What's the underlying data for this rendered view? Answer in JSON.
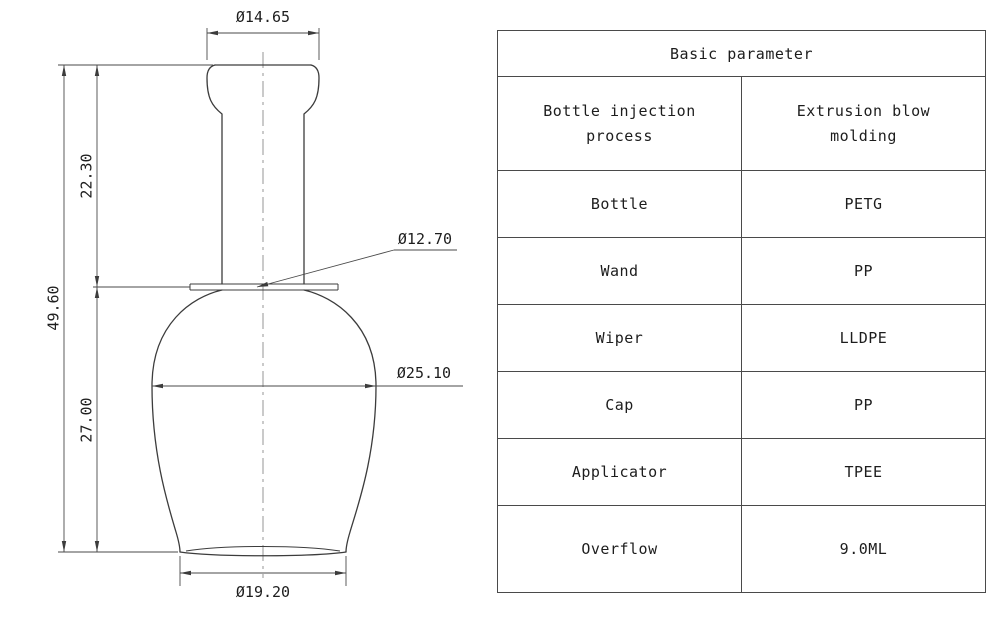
{
  "drawing": {
    "labels": {
      "dia_top": "Ø14.65",
      "dia_neck": "Ø12.70",
      "dia_body": "Ø25.10",
      "dia_base": "Ø19.20",
      "height_upper": "22.30",
      "height_lower": "27.00",
      "height_total": "49.60"
    }
  },
  "table": {
    "title": "Basic parameter",
    "rows": [
      {
        "label": "Bottle injection process",
        "value": "Extrusion blow molding"
      },
      {
        "label": "Bottle",
        "value": "PETG"
      },
      {
        "label": "Wand",
        "value": "PP"
      },
      {
        "label": "Wiper",
        "value": "LLDPE"
      },
      {
        "label": "Cap",
        "value": "PP"
      },
      {
        "label": "Applicator",
        "value": "TPEE"
      },
      {
        "label": "Overflow",
        "value": "9.0ML"
      }
    ]
  }
}
